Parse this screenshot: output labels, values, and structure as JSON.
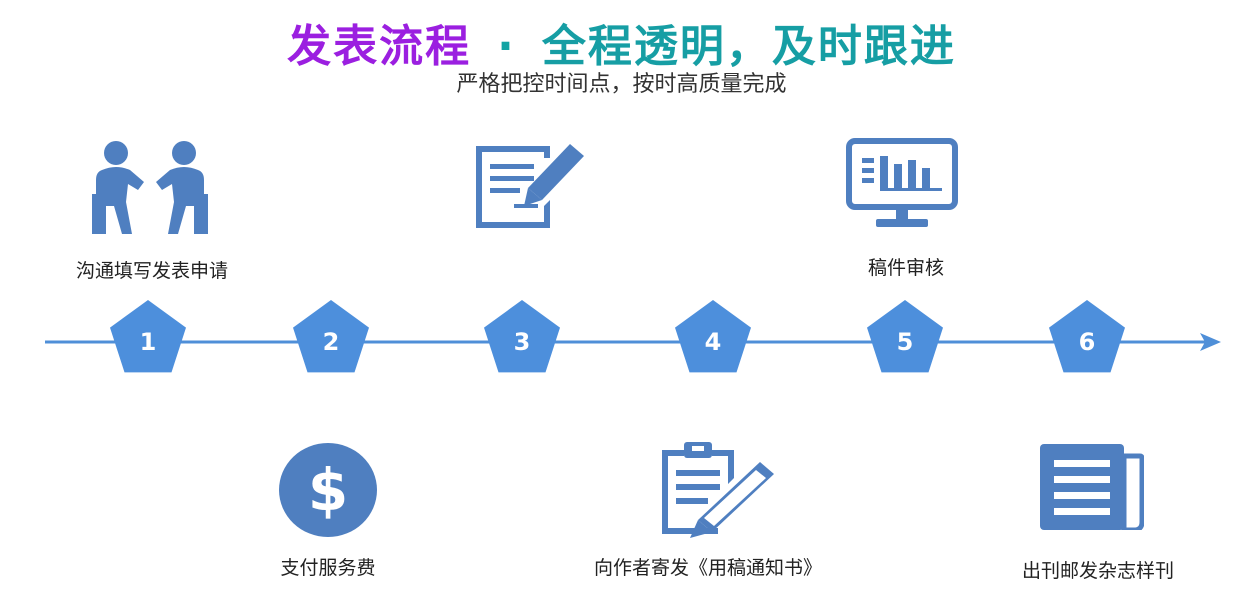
{
  "header": {
    "title_part1": "发表流程",
    "separator": "·",
    "title_part2": "全程透明，及时跟进",
    "subtitle": "严格把控时间点，按时高质量完成"
  },
  "colors": {
    "title_purple": "#9b1fe0",
    "title_teal": "#169ea4",
    "icon_blue": "#4f7fc0",
    "pentagon_blue": "#4d8fdc",
    "line_blue": "#4f8fd8"
  },
  "steps": [
    {
      "number": "1",
      "label": "沟通填写发表申请",
      "icon": "consultation-icon",
      "position": "top"
    },
    {
      "number": "2",
      "label": "支付服务费",
      "icon": "dollar-coin-icon",
      "position": "bottom"
    },
    {
      "number": "3",
      "label": "",
      "icon": "form-writing-icon",
      "position": "top"
    },
    {
      "number": "4",
      "label": "向作者寄发《用稿通知书》",
      "icon": "clipboard-pen-icon",
      "position": "bottom"
    },
    {
      "number": "5",
      "label": "稿件审核",
      "icon": "monitor-chart-icon",
      "position": "top"
    },
    {
      "number": "6",
      "label": "出刊邮发杂志样刊",
      "icon": "newspaper-icon",
      "position": "bottom"
    }
  ]
}
